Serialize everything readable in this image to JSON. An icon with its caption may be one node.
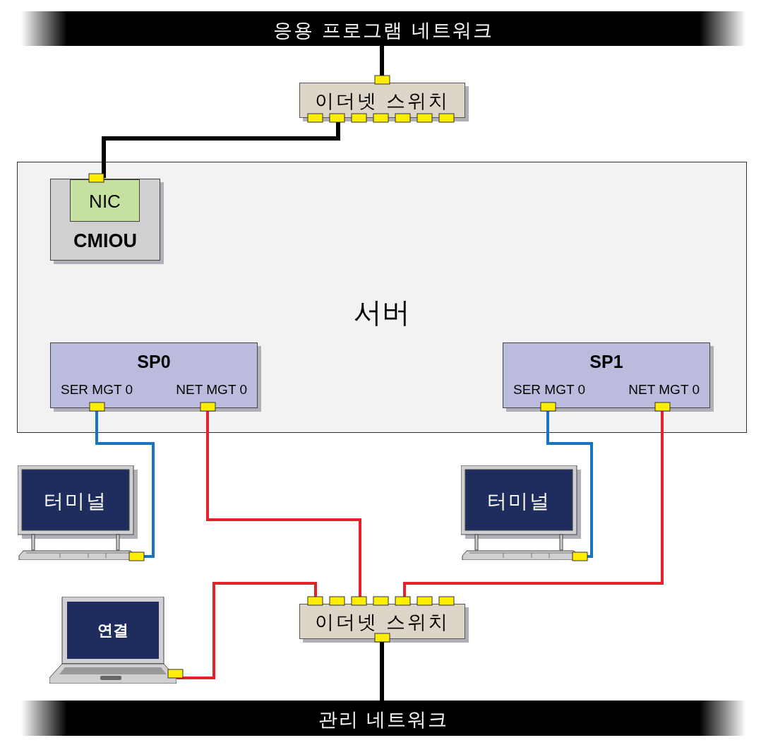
{
  "diagram": {
    "nodes": [
      {
        "text": [
          "응용 프로그램 네트워크"
        ]
      },
      {
        "text": [
          "이더넷 스위치"
        ]
      },
      {
        "text": [
          "서버"
        ]
      },
      {
        "text": [
          "CMIOU"
        ],
        "in": 2
      },
      {
        "text": [
          "NIC"
        ],
        "in": 3
      },
      {
        "text": [
          "SP0",
          "SER MGT 0",
          "NET MGT 0"
        ],
        "in": 2
      },
      {
        "text": [
          "SP1",
          "SER MGT 0",
          "NET MGT 0"
        ],
        "in": 2
      },
      {
        "text": [
          "터미널"
        ]
      },
      {
        "text": [
          "터미널"
        ]
      },
      {
        "text": [
          "연결"
        ]
      },
      {
        "text": [
          "이더넷 스위치"
        ]
      },
      {
        "text": [
          "관리 네트워크"
        ]
      }
    ],
    "edges": [
      {
        "from": 0,
        "to": 1,
        "arrow": "none",
        "color": "#000000"
      },
      {
        "from": 1,
        "to": 4,
        "arrow": "none",
        "color": "#000000"
      },
      {
        "from": 5,
        "to": 7,
        "arrow": "none",
        "color": "#1a73c0"
      },
      {
        "from": 5,
        "to": 10,
        "arrow": "none",
        "color": "#e8202a"
      },
      {
        "from": 6,
        "to": 8,
        "arrow": "none",
        "color": "#1a73c0"
      },
      {
        "from": 6,
        "to": 10,
        "arrow": "none",
        "color": "#e8202a"
      },
      {
        "from": 9,
        "to": 10,
        "arrow": "none",
        "color": "#e8202a"
      },
      {
        "from": 10,
        "to": 11,
        "arrow": "none",
        "color": "#000000"
      }
    ]
  }
}
